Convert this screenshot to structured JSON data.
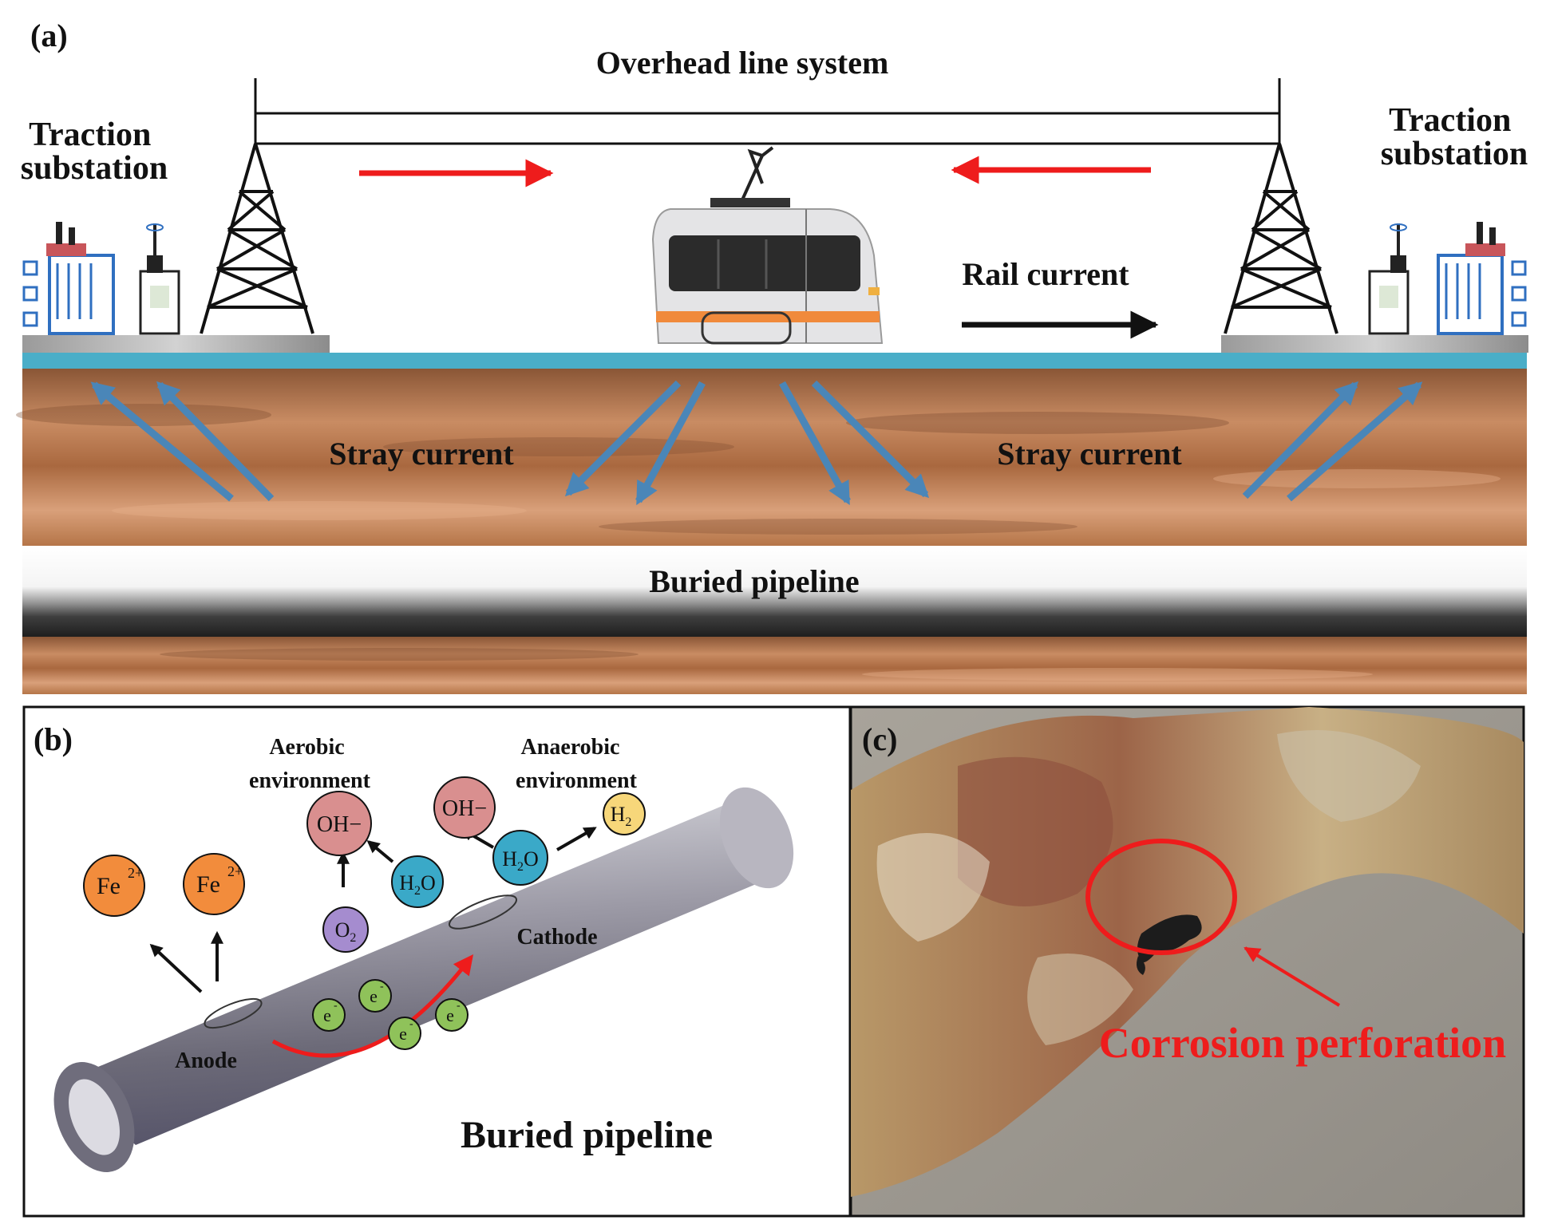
{
  "panel_a": {
    "tag": "(a)",
    "overhead_label": "Overhead line system",
    "substation_left": [
      "Traction",
      "substation"
    ],
    "substation_right": [
      "Traction",
      "substation"
    ],
    "rail_current": "Rail current",
    "stray_current_left": "Stray current",
    "stray_current_right": "Stray current",
    "pipeline_label": "Buried pipeline"
  },
  "panel_b": {
    "tag": "(b)",
    "aerobic": [
      "Aerobic",
      "environment"
    ],
    "anaerobic": [
      "Anaerobic",
      "environment"
    ],
    "cathode": "Cathode",
    "anode": "Anode",
    "pipeline_label": "Buried pipeline",
    "ions": {
      "fe_base": "Fe",
      "fe_sup": "2+",
      "oh": "OH−",
      "h2o_h": "H",
      "h2o_sub": "2",
      "h2o_o": "O",
      "o2_o": "O",
      "o2_sub": "2",
      "h2_h": "H",
      "h2_sub": "2",
      "e_base": "e",
      "e_sup": "-"
    }
  },
  "panel_c": {
    "tag": "(c)",
    "annotation": "Corrosion perforation"
  },
  "colors": {
    "red_arrow": "#ee1c1c",
    "stray_arrow": "#4a86b8",
    "rail": "#4aaec8",
    "soil": "#b97a52",
    "fe_ion": "#f28c3c",
    "oh_ion": "#d98f8f",
    "h2o_ion": "#3aa9c8",
    "o2_ion": "#a58ccf",
    "h2_ion": "#f7d77a",
    "electron": "#8fc25a",
    "annotation": "#ee1c1c"
  }
}
